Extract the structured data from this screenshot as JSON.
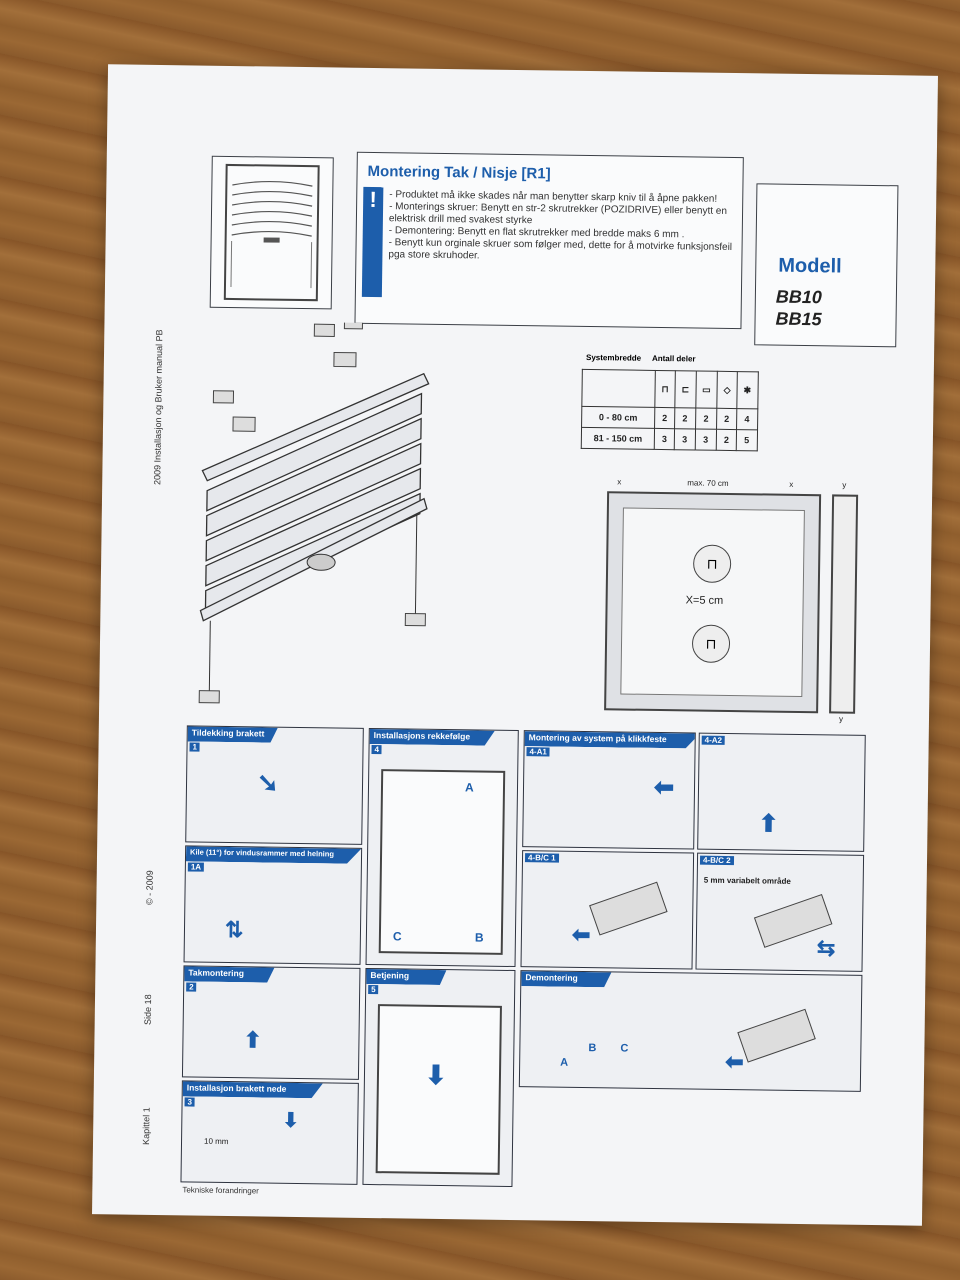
{
  "header": {
    "title": "Montering Tak / Nisje [R1]",
    "warning_mark": "!",
    "bullets": [
      "- Produktet må ikke skades når man benytter skarp kniv til å åpne pakken!",
      "- Monterings skruer: Benytt en str-2 skrutrekker (POZIDRIVE) eller benytt en",
      "  elektrisk drill med svakest styrke",
      "- Demontering: Benytt en flat skrutrekker med bredde maks 6 mm .",
      "- Benytt kun orginale skruer som følger med, dette for å motvirke funksjonsfeil",
      "  pga store skruhoder."
    ]
  },
  "model": {
    "label": "Modell",
    "codes": [
      "BB10",
      "BB15"
    ]
  },
  "table": {
    "col_header_1": "Systembredde",
    "col_header_2": "Antall deler",
    "rows": [
      {
        "range": "0 - 80 cm",
        "values": [
          "2",
          "2",
          "2",
          "2",
          "4"
        ]
      },
      {
        "range": "81 - 150 cm",
        "values": [
          "3",
          "3",
          "3",
          "2",
          "5"
        ]
      }
    ]
  },
  "dimension_diagram": {
    "x_label": "x",
    "max_label": "max. 70 cm",
    "x_value": "X=5 cm",
    "y_label": "y"
  },
  "panels": [
    {
      "num": "1",
      "title": "Tildekking brakett"
    },
    {
      "num": "1A",
      "title": "Kile (11°) for  vindusrammer med helning"
    },
    {
      "num": "2",
      "title": "Takmontering"
    },
    {
      "num": "3",
      "title": "Installasjon brakett nede",
      "note": "10 mm"
    },
    {
      "num": "4",
      "title": "Installasjons rekkefølge",
      "arrows": [
        "A",
        "C",
        "B"
      ]
    },
    {
      "num": "5",
      "title": "Betjening"
    },
    {
      "num": "4-A1",
      "title": "Montering av system på klikkfeste"
    },
    {
      "num": "4-A2",
      "title": ""
    },
    {
      "num": "4-B/C 1",
      "title": ""
    },
    {
      "num": "4-B/C 2",
      "title": "5 mm variabelt område"
    },
    {
      "num": "",
      "title": "Demontering",
      "arrows": [
        "A",
        "B",
        "C"
      ]
    }
  ],
  "side_text": {
    "top": "2009  Installasjon og Bruker manual PB",
    "copyright": "© - 2009",
    "page": "Side     18",
    "chapter": "Kapittel 1"
  },
  "footer": "Tekniske forandringer"
}
